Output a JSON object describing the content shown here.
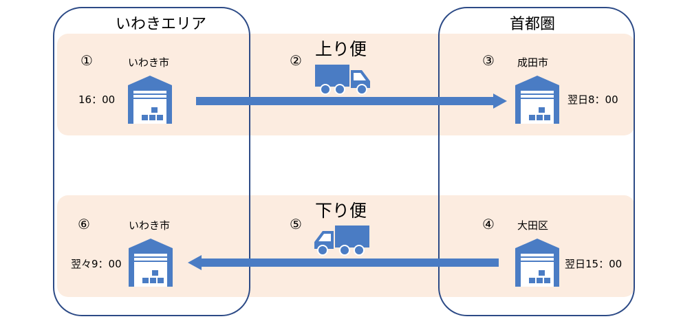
{
  "areas": {
    "iwaki": {
      "title": "いわきエリア"
    },
    "shuto": {
      "title": "首都圏"
    }
  },
  "routes": {
    "up": {
      "label": "上り便",
      "step": "②"
    },
    "down": {
      "label": "下り便",
      "step": "⑤"
    }
  },
  "stops": {
    "s1": {
      "step": "①",
      "city": "いわき市",
      "time": "16：00"
    },
    "s3": {
      "step": "③",
      "city": "成田市",
      "time": "翌日8：00"
    },
    "s4": {
      "step": "④",
      "city": "大田区",
      "time": "翌日15：00"
    },
    "s6": {
      "step": "⑥",
      "city": "いわき市",
      "time": "翌々9：00"
    }
  },
  "colors": {
    "accent": "#4a7cc4",
    "band": "#fcece0",
    "border": "#2c4a86"
  },
  "icons": [
    "warehouse-icon",
    "truck-icon",
    "arrow-right-icon",
    "arrow-left-icon"
  ]
}
